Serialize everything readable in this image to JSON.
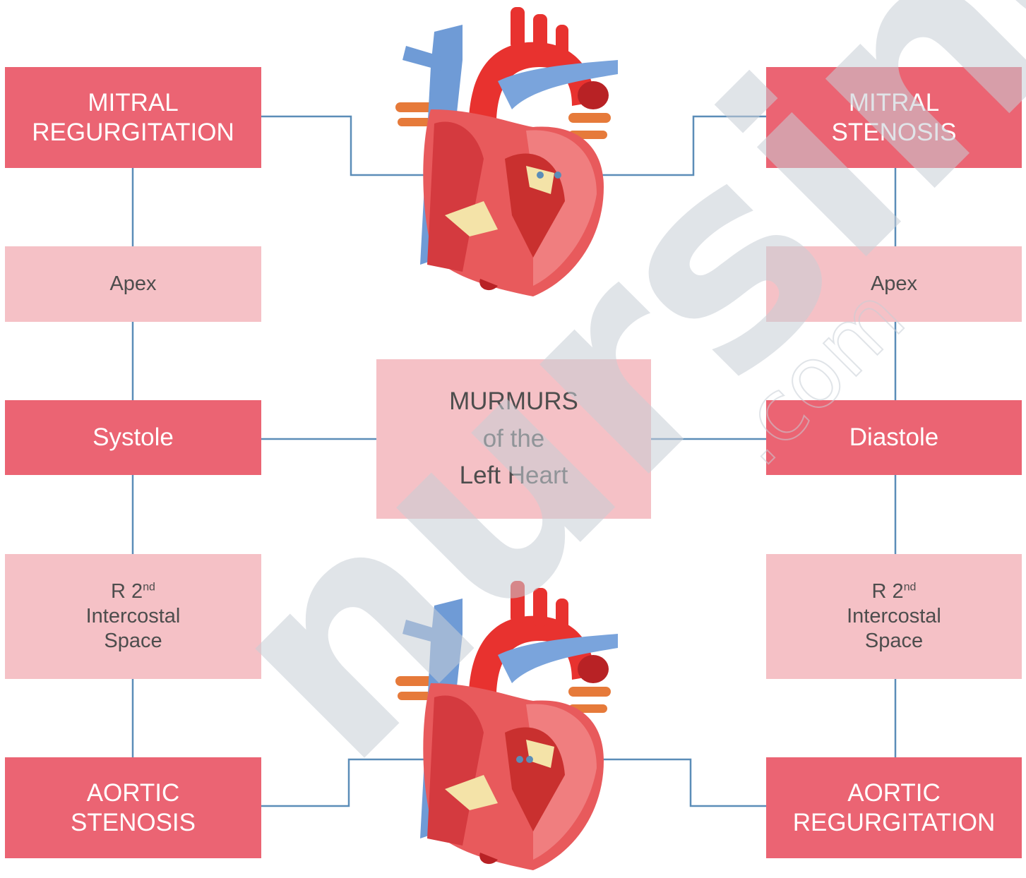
{
  "title": {
    "line1": "MURMURS",
    "line2": "of the",
    "line3": "Left Heart"
  },
  "left_column": {
    "top": {
      "line1": "MITRAL",
      "line2": "REGURGITATION"
    },
    "location_top": "Apex",
    "timing": "Systole",
    "location_bottom": {
      "prefix": "R 2",
      "sup": "nd",
      "line2": "Intercostal",
      "line3": "Space"
    },
    "bottom": {
      "line1": "AORTIC",
      "line2": "STENOSIS"
    }
  },
  "right_column": {
    "top": {
      "line1": "MITRAL",
      "line2": "STENOSIS"
    },
    "location_top": "Apex",
    "timing": "Diastole",
    "location_bottom": {
      "prefix": "R 2",
      "sup": "nd",
      "line2": "Intercostal",
      "line3": "Space"
    },
    "bottom": {
      "line1": "AORTIC",
      "line2": "REGURGITATION"
    }
  },
  "watermark": {
    "text": "nursing",
    "suffix": ".com"
  },
  "colors": {
    "dark_box": "#eb6473",
    "light_box": "#f5c1c6",
    "connector": "#5b8db8",
    "watermark": "#c8ced6"
  }
}
